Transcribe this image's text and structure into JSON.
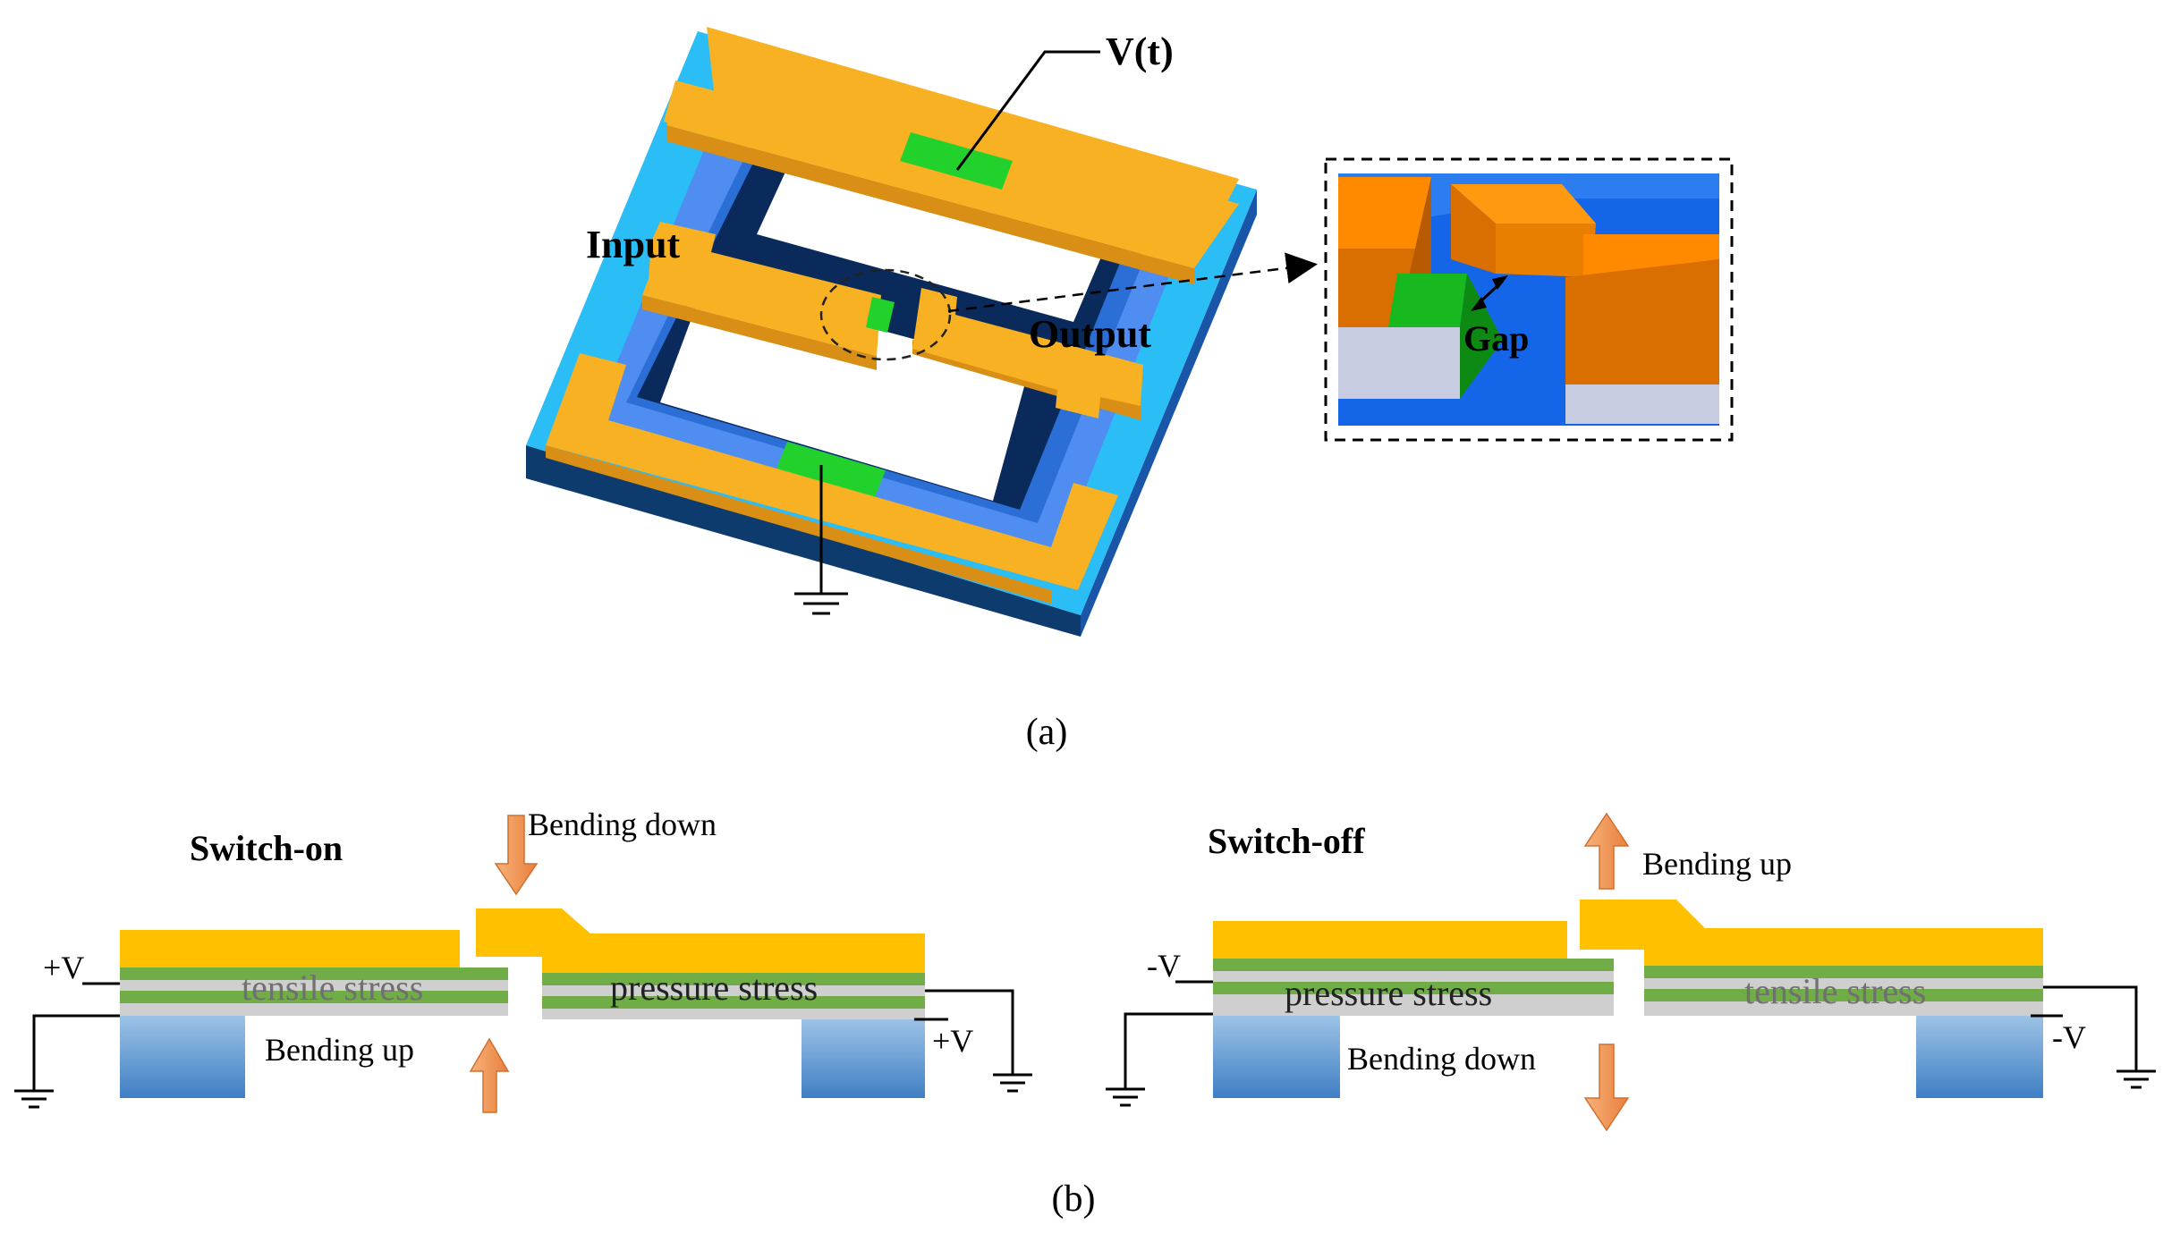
{
  "panel_a": {
    "caption": "(a)",
    "labels": {
      "voltage": "V(t)",
      "input": "Input",
      "output": "Output",
      "gap": "Gap"
    }
  },
  "panel_b": {
    "caption": "(b)",
    "switch_on": {
      "title": "Switch-on",
      "bending_down": "Bending down",
      "bending_up": "Bending up",
      "left_stress": "tensile stress",
      "right_stress": "pressure stress",
      "left_voltage": "+V",
      "right_voltage": "+V"
    },
    "switch_off": {
      "title": "Switch-off",
      "bending_up": "Bending up",
      "bending_down": "Bending down",
      "left_stress": "pressure stress",
      "right_stress": "tensile stress",
      "left_voltage": "-V",
      "right_voltage": "-V"
    }
  },
  "colors": {
    "gold_top": "#F8B123",
    "gold_side": "#D98E16",
    "cyan_substrate": "#2BBDF5",
    "navy_side": "#0E3B6E",
    "frame_blue": "#4F8EF0",
    "window_dark": "#0A2A5C",
    "green_pad": "#22D12B",
    "layer_gold": "#FFC000",
    "layer_green": "#70AD47",
    "layer_grey": "#CFCFCF",
    "anchor_blue": "#5B9BD5",
    "arrow_orange": "#F4A460"
  }
}
